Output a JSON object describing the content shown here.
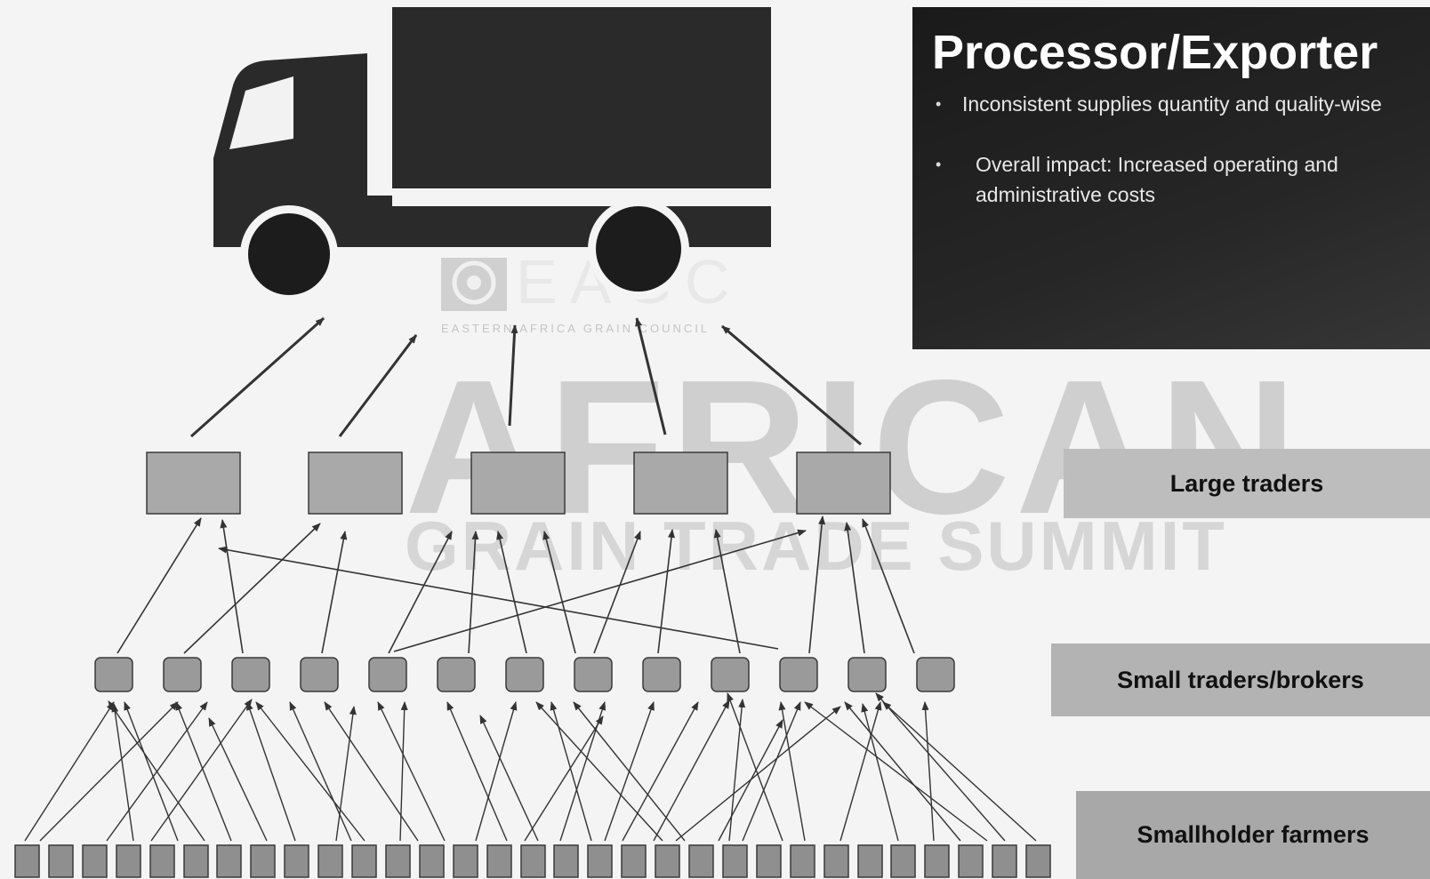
{
  "panel": {
    "title": "Processor/Exporter",
    "bullets": [
      "Inconsistent supplies quantity and quality-wise",
      "Overall impact: Increased operating and administrative costs"
    ]
  },
  "tiers": {
    "large_traders": "Large traders",
    "small_traders": "Small traders/brokers",
    "smallholders": "Smallholder farmers"
  },
  "watermark": {
    "main": "AFRICAN",
    "sub": "GRAIN TRADE SUMMIT",
    "logo": "EAGC",
    "logo_sub": "EASTERN AFRICA GRAIN COUNCIL"
  },
  "counts": {
    "large_traders": 5,
    "small_traders": 13,
    "farmers": 31
  },
  "colors": {
    "truck": "#2a2a2a",
    "large_box": "#a9a9a9",
    "small_box": "#9a9a9a",
    "farmer_box": "#8f8f8f",
    "arrow": "#333333"
  }
}
